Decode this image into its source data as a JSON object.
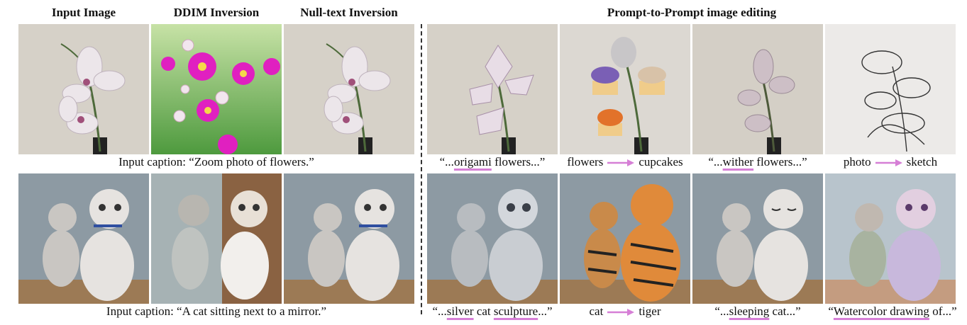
{
  "headers": {
    "input_image": "Input Image",
    "ddim_inversion": "DDIM Inversion",
    "null_text_inversion": "Null-text Inversion",
    "p2p_editing": "Prompt-to-Prompt image editing"
  },
  "row1": {
    "input_caption": "Input caption: “Zoom photo of flowers.”",
    "edits": [
      {
        "pre": "“...",
        "hl": "origami",
        "post": " flowers...”"
      },
      {
        "from": "flowers",
        "to": "cupcakes"
      },
      {
        "pre": "“...",
        "hl": "wither",
        "post": " flowers...”"
      },
      {
        "from": "photo",
        "to": "sketch"
      }
    ]
  },
  "row2": {
    "input_caption": "Input caption: “A cat sitting next to a mirror.”",
    "edits": [
      {
        "pre": "“...",
        "hl": "silver",
        "mid": " cat ",
        "hl2": "sculpture",
        "post": "...”"
      },
      {
        "from": "cat",
        "to": "tiger"
      },
      {
        "pre": "“...",
        "hl": "sleeping",
        "post": " cat...”"
      },
      {
        "pre": "“",
        "hl": "Watercolor drawing",
        "post": " of...”"
      }
    ]
  },
  "colors": {
    "highlight": "#d67fd6",
    "arrow": "#d67fd6"
  }
}
